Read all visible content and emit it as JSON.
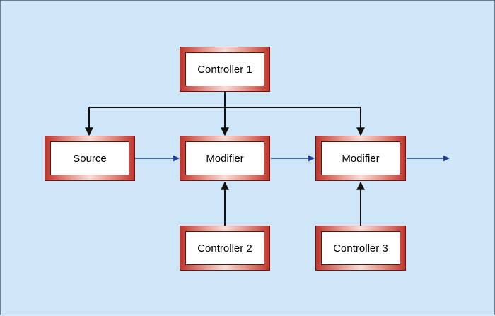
{
  "diagram": {
    "blocks": {
      "controller1": "Controller 1",
      "source": "Source",
      "modifier1": "Modifier",
      "modifier2": "Modifier",
      "controller2": "Controller 2",
      "controller3": "Controller 3"
    },
    "colors": {
      "background": "#cfe6f8",
      "block_frame": "#c0362c",
      "control_line": "#111111",
      "signal_arrow": "#1f3f9a"
    }
  }
}
